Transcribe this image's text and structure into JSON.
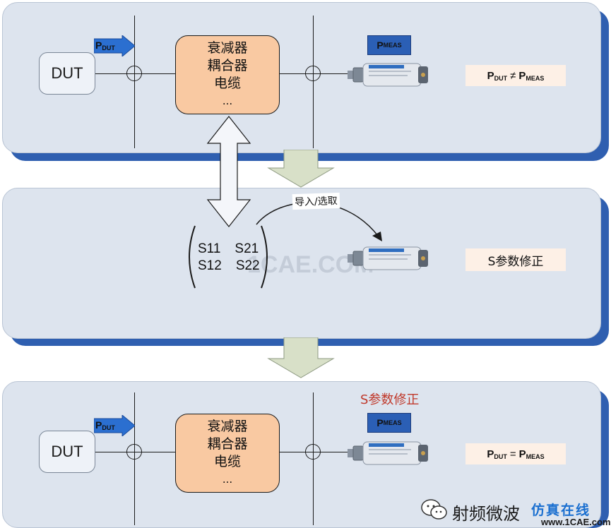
{
  "colors": {
    "panel_bg": "#dde4ee",
    "panel_shadow": "#2f5fb0",
    "device_fill": "#f9c9a2",
    "pmeas_fill": "#2b5fb5",
    "arrow_fill": "#d8e0c8",
    "formula_bg": "#fdf0e6",
    "title_red": "#c0392b"
  },
  "panel_top": {
    "dut_label": "DUT",
    "pdut_main": "P",
    "pdut_sub": "DUT",
    "device_lines": [
      "衰减器",
      "耦合器",
      "电缆",
      "..."
    ],
    "pmeas_main": "P",
    "pmeas_sub": "MEAS",
    "formula": {
      "left_main": "P",
      "left_sub": "DUT",
      "op": "≠",
      "right_main": "P",
      "right_sub": "MEAS"
    }
  },
  "panel_middle": {
    "curve_label": "导入/选取",
    "matrix": {
      "s11": "S11",
      "s21": "S21",
      "s12": "S12",
      "s22": "S22"
    },
    "result_label": "S参数修正",
    "faint_watermark": "1CAE.COM"
  },
  "panel_bottom": {
    "title": "S参数修正",
    "dut_label": "DUT",
    "pdut_main": "P",
    "pdut_sub": "DUT",
    "device_lines": [
      "衰减器",
      "耦合器",
      "电缆",
      "..."
    ],
    "pmeas_main": "P",
    "pmeas_sub": "MEAS",
    "formula": {
      "left_main": "P",
      "left_sub": "DUT",
      "op": "=",
      "right_main": "P",
      "right_sub": "MEAS"
    }
  },
  "watermark": {
    "brand_cn": "射频微波",
    "brand_cn2": "仿真在线",
    "url": "www.1CAE.com",
    "icon": "wechat-icon"
  }
}
